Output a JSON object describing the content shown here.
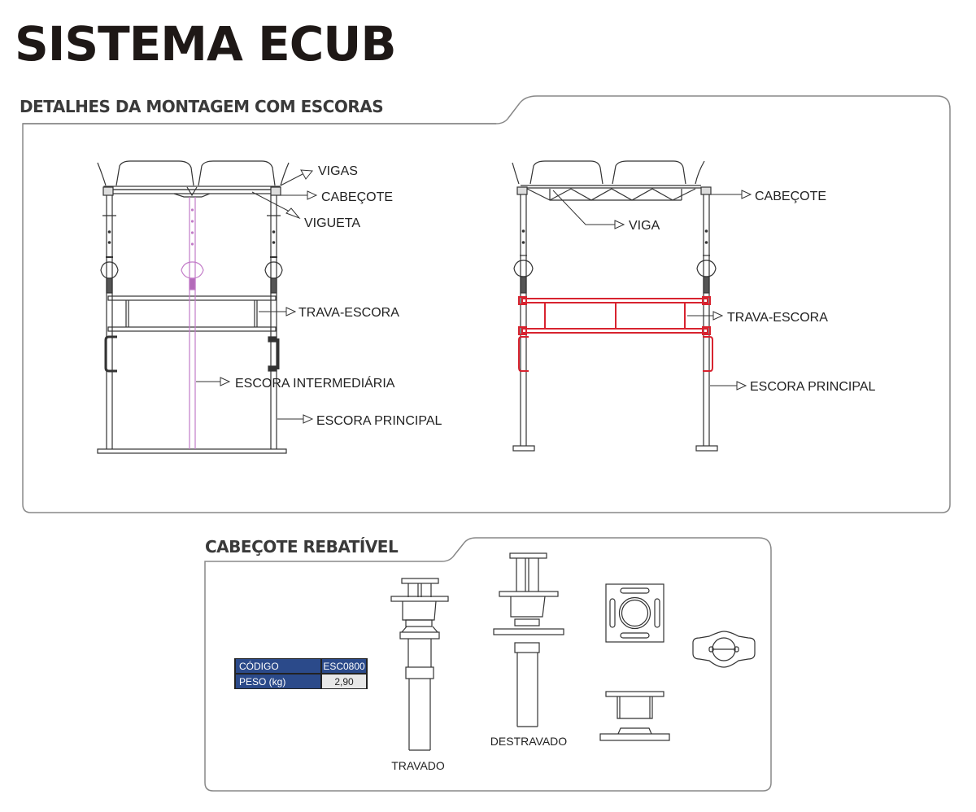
{
  "page_title": "SISTEMA ECUB",
  "section_montagem": {
    "title": "DETALHES DA MONTAGEM COM ESCORAS",
    "left_diagram": {
      "labels": [
        "VIGAS",
        "CABEÇOTE",
        "VIGUETA",
        "TRAVA-ESCORA",
        "ESCORA INTERMEDIÁRIA",
        "ESCORA PRINCIPAL"
      ]
    },
    "right_diagram": {
      "labels": [
        "CABEÇOTE",
        "VIGA",
        "TRAVA-ESCORA",
        "ESCORA PRINCIPAL"
      ]
    },
    "colors": {
      "intermediate_prop": "#c27bc8",
      "trava_highlight": "#d8232f",
      "line": "#333333"
    }
  },
  "section_cabecote": {
    "title": "CABEÇOTE REBATÍVEL",
    "spec_table": {
      "rows": [
        {
          "label": "CÓDIGO",
          "value": "ESC0800"
        },
        {
          "label": "PESO (kg)",
          "value": "2,90"
        }
      ],
      "header_color": "#2b4a8a"
    },
    "captions": {
      "locked": "TRAVADO",
      "unlocked": "DESTRAVADO"
    }
  }
}
